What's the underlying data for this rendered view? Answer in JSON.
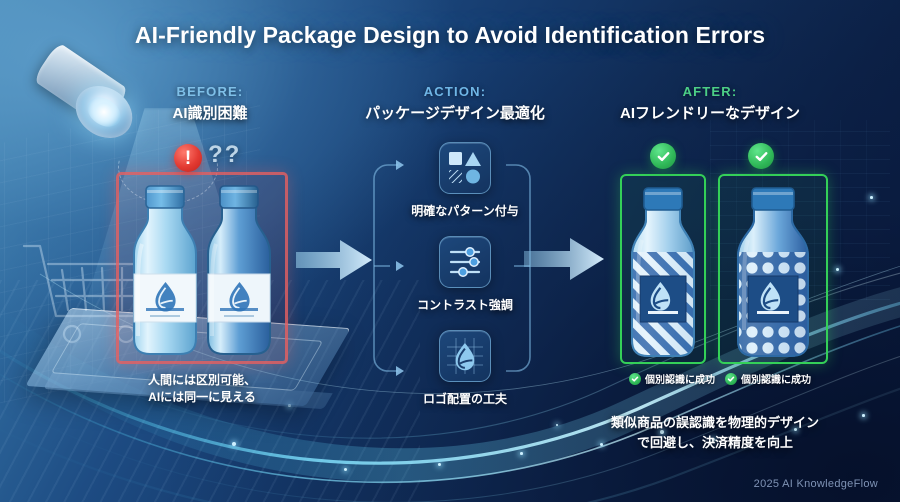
{
  "meta": {
    "title": "AI-Friendly Package Design to Avoid Identification Errors",
    "footer": "2025 AI KnowledgeFlow",
    "colors": {
      "bg_light": "#4f93bd",
      "bg_dark": "#08183a",
      "accent_blue": "#7fc0e8",
      "accent_green": "#34d058",
      "alert_red": "#e33a32",
      "ribbon_cyan": "#8fe6ff"
    }
  },
  "columns": {
    "before": {
      "kicker": "BEFORE:",
      "heading": "AI識別困難",
      "caption_line1": "人間には区別可能、",
      "caption_line2": "AIには同一に見える",
      "alert_symbol": "!",
      "question_marks": "??",
      "bottles": [
        {
          "name": "plain-light-bottle",
          "pattern": "none"
        },
        {
          "name": "plain-dark-bottle",
          "pattern": "none"
        }
      ]
    },
    "action": {
      "kicker": "ACTION:",
      "heading": "パッケージデザイン最適化",
      "items": [
        {
          "label": "明確なパターン付与",
          "icon": "shapes-pattern-icon"
        },
        {
          "label": "コントラスト強調",
          "icon": "sliders-contrast-icon"
        },
        {
          "label": "ロゴ配置の工夫",
          "icon": "logo-grid-icon"
        }
      ]
    },
    "after": {
      "kicker": "AFTER:",
      "heading": "AIフレンドリーなデザイン",
      "caption_line1": "類似商品の誤認識を物理的デザイン",
      "caption_line2": "で回避し、決済精度を向上",
      "tags": [
        {
          "label": "個別認識に成功",
          "icon": "check-circle-icon"
        },
        {
          "label": "個別認識に成功",
          "icon": "check-circle-icon"
        }
      ],
      "bottles": [
        {
          "name": "striped-bottle",
          "pattern": "diagonal-stripes"
        },
        {
          "name": "dotted-bottle",
          "pattern": "polka-dots"
        }
      ]
    }
  }
}
